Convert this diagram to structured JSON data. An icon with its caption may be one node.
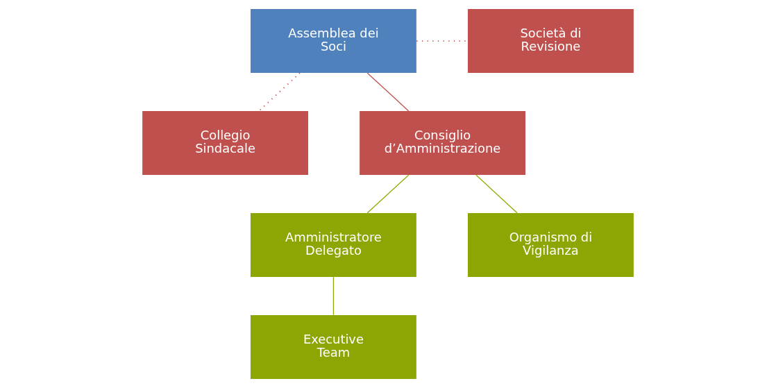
{
  "diagram": {
    "nodes": [
      {
        "text": [
          "Assemblea dei Soci"
        ]
      },
      {
        "text": [
          "Società di Revisione"
        ]
      },
      {
        "text": [
          "Collegio Sindacale"
        ]
      },
      {
        "text": [
          "Consiglio d’Amministrazione"
        ]
      },
      {
        "text": [
          "Amministratore Delegato"
        ]
      },
      {
        "text": [
          "Organismo di Vigilanza"
        ]
      },
      {
        "text": [
          "Executive Team"
        ]
      }
    ],
    "edges": [
      {
        "from": 0,
        "to": 1,
        "arrow": "none",
        "style": "dashed",
        "color": "#c0504d"
      },
      {
        "from": 0,
        "to": 2,
        "arrow": "none",
        "style": "dashed",
        "color": "#c0504d"
      },
      {
        "from": 0,
        "to": 3,
        "arrow": "none",
        "color": "#c0504d"
      },
      {
        "from": 3,
        "to": 4,
        "arrow": "none",
        "color": "#94a800"
      },
      {
        "from": 3,
        "to": 5,
        "arrow": "none",
        "color": "#94a800"
      },
      {
        "from": 4,
        "to": 6,
        "arrow": "none",
        "color": "#94a800"
      }
    ]
  }
}
